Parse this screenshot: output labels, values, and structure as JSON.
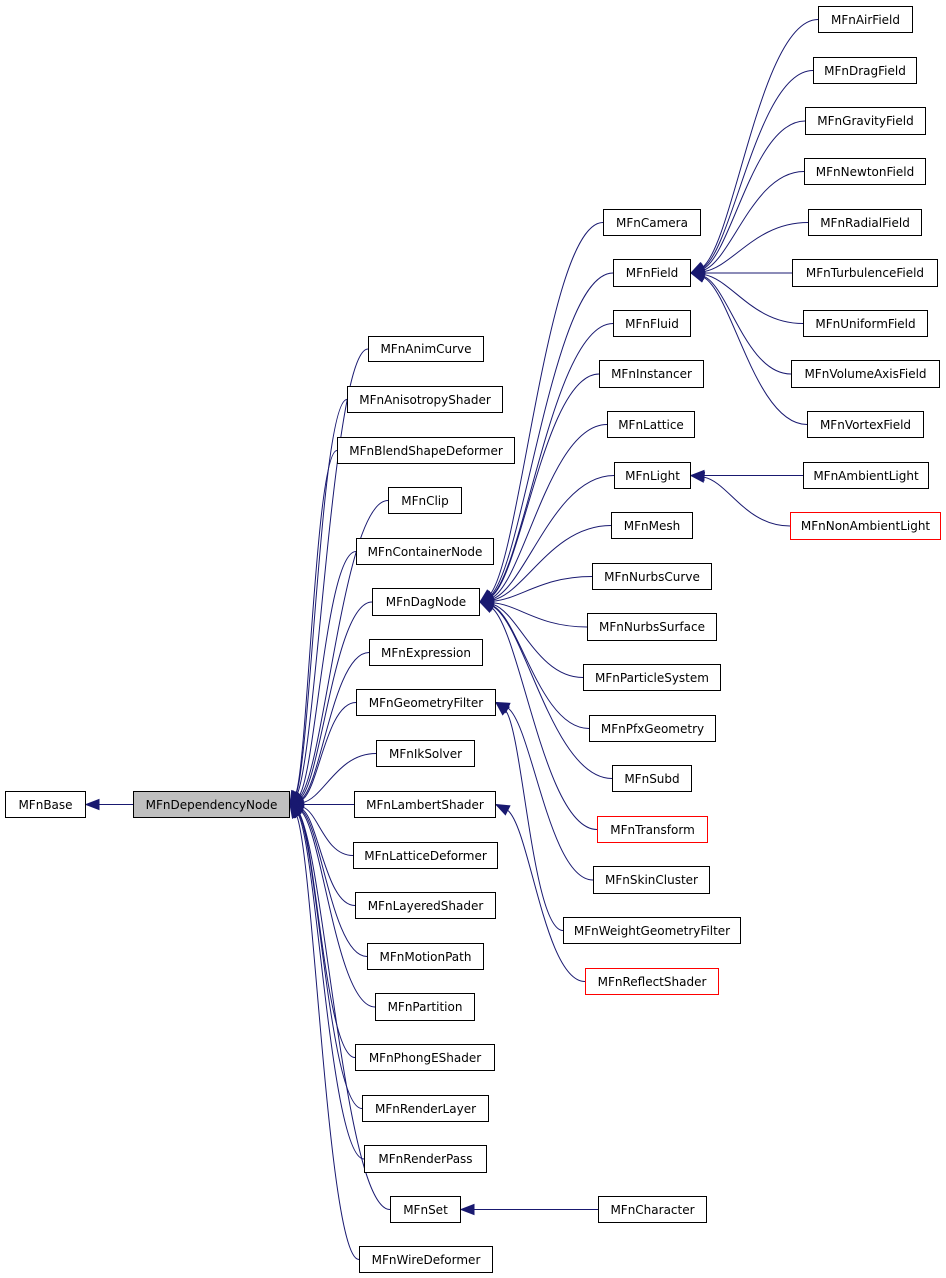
{
  "colors": {
    "edge": "#191970",
    "border": "#000000",
    "highlight_border": "#ff0000",
    "current_fill": "#bfbfbf"
  },
  "nodes": {
    "base": "MFnBase",
    "dep": "MFnDependencyNode",
    "animcurve": "MFnAnimCurve",
    "aniso": "MFnAnisotropyShader",
    "blend": "MFnBlendShapeDeformer",
    "clip": "MFnClip",
    "container": "MFnContainerNode",
    "dag": "MFnDagNode",
    "expr": "MFnExpression",
    "geofilter": "MFnGeometryFilter",
    "ik": "MFnIkSolver",
    "lambert": "MFnLambertShader",
    "lattdef": "MFnLatticeDeformer",
    "layered": "MFnLayeredShader",
    "motion": "MFnMotionPath",
    "partition": "MFnPartition",
    "phonge": "MFnPhongEShader",
    "rlayer": "MFnRenderLayer",
    "rpass": "MFnRenderPass",
    "set": "MFnSet",
    "wire": "MFnWireDeformer",
    "camera": "MFnCamera",
    "field": "MFnField",
    "fluid": "MFnFluid",
    "instancer": "MFnInstancer",
    "lattice": "MFnLattice",
    "light": "MFnLight",
    "mesh": "MFnMesh",
    "ncurve": "MFnNurbsCurve",
    "nsurf": "MFnNurbsSurface",
    "psys": "MFnParticleSystem",
    "pfx": "MFnPfxGeometry",
    "subd": "MFnSubd",
    "transform": "MFnTransform",
    "skin": "MFnSkinCluster",
    "weight": "MFnWeightGeometryFilter",
    "reflect": "MFnReflectShader",
    "character": "MFnCharacter",
    "air": "MFnAirField",
    "drag": "MFnDragField",
    "gravity": "MFnGravityField",
    "newton": "MFnNewtonField",
    "radial": "MFnRadialField",
    "turb": "MFnTurbulenceField",
    "uniform": "MFnUniformField",
    "volaxis": "MFnVolumeAxisField",
    "vortex": "MFnVortexField",
    "ambient": "MFnAmbientLight",
    "nonambient": "MFnNonAmbientLight"
  },
  "edges": [
    [
      "dep",
      "base"
    ],
    [
      "animcurve",
      "dep"
    ],
    [
      "aniso",
      "dep"
    ],
    [
      "blend",
      "dep"
    ],
    [
      "clip",
      "dep"
    ],
    [
      "container",
      "dep"
    ],
    [
      "dag",
      "dep"
    ],
    [
      "expr",
      "dep"
    ],
    [
      "geofilter",
      "dep"
    ],
    [
      "ik",
      "dep"
    ],
    [
      "lambert",
      "dep"
    ],
    [
      "lattdef",
      "dep"
    ],
    [
      "layered",
      "dep"
    ],
    [
      "motion",
      "dep"
    ],
    [
      "partition",
      "dep"
    ],
    [
      "phonge",
      "dep"
    ],
    [
      "rlayer",
      "dep"
    ],
    [
      "rpass",
      "dep"
    ],
    [
      "set",
      "dep"
    ],
    [
      "wire",
      "dep"
    ],
    [
      "camera",
      "dag"
    ],
    [
      "field",
      "dag"
    ],
    [
      "fluid",
      "dag"
    ],
    [
      "instancer",
      "dag"
    ],
    [
      "lattice",
      "dag"
    ],
    [
      "light",
      "dag"
    ],
    [
      "mesh",
      "dag"
    ],
    [
      "ncurve",
      "dag"
    ],
    [
      "nsurf",
      "dag"
    ],
    [
      "psys",
      "dag"
    ],
    [
      "pfx",
      "dag"
    ],
    [
      "subd",
      "dag"
    ],
    [
      "transform",
      "dag"
    ],
    [
      "skin",
      "geofilter"
    ],
    [
      "weight",
      "geofilter"
    ],
    [
      "reflect",
      "lambert"
    ],
    [
      "character",
      "set"
    ],
    [
      "air",
      "field"
    ],
    [
      "drag",
      "field"
    ],
    [
      "gravity",
      "field"
    ],
    [
      "newton",
      "field"
    ],
    [
      "radial",
      "field"
    ],
    [
      "turb",
      "field"
    ],
    [
      "uniform",
      "field"
    ],
    [
      "volaxis",
      "field"
    ],
    [
      "vortex",
      "field"
    ],
    [
      "ambient",
      "light"
    ],
    [
      "nonambient",
      "light"
    ]
  ]
}
